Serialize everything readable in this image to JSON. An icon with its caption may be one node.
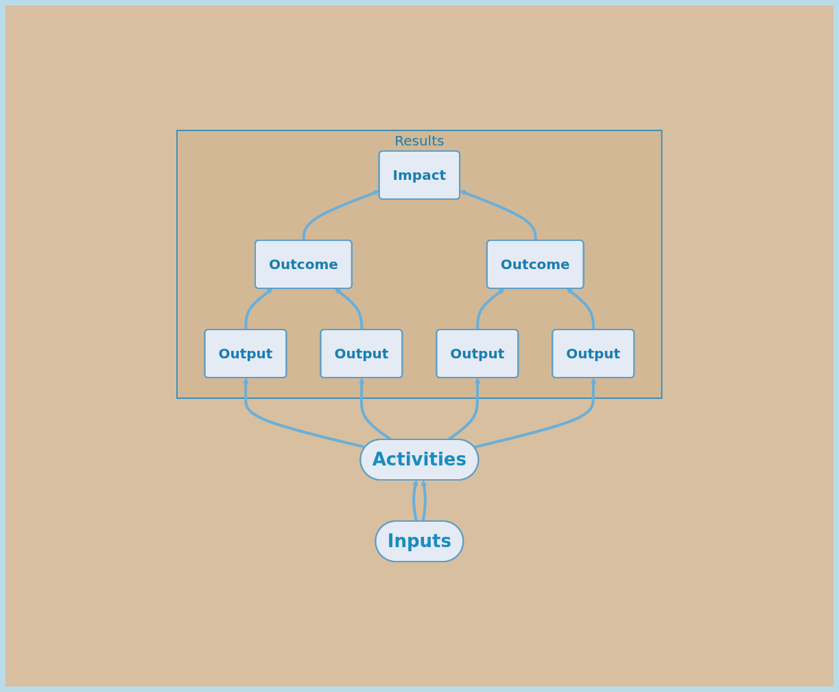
{
  "diagram": {
    "nodes": [
      {
        "text": [
          "Results"
        ]
      },
      {
        "text": [
          "Impact"
        ],
        "in": 0
      },
      {
        "text": [
          "Outcome"
        ],
        "in": 0
      },
      {
        "text": [
          "Outcome"
        ],
        "in": 0
      },
      {
        "text": [
          "Output"
        ],
        "in": 0
      },
      {
        "text": [
          "Output"
        ],
        "in": 0
      },
      {
        "text": [
          "Output"
        ],
        "in": 0
      },
      {
        "text": [
          "Output"
        ],
        "in": 0
      },
      {
        "text": [
          "Activities"
        ]
      },
      {
        "text": [
          "Inputs"
        ]
      }
    ],
    "edges": [
      {
        "from": 4,
        "to": 2,
        "arrow": "to"
      },
      {
        "from": 5,
        "to": 2,
        "arrow": "to"
      },
      {
        "from": 6,
        "to": 3,
        "arrow": "to"
      },
      {
        "from": 7,
        "to": 3,
        "arrow": "to"
      },
      {
        "from": 2,
        "to": 1,
        "arrow": "to"
      },
      {
        "from": 3,
        "to": 1,
        "arrow": "to"
      },
      {
        "from": 8,
        "to": 4,
        "arrow": "to"
      },
      {
        "from": 8,
        "to": 5,
        "arrow": "to"
      },
      {
        "from": 8,
        "to": 6,
        "arrow": "to"
      },
      {
        "from": 8,
        "to": 7,
        "arrow": "to"
      },
      {
        "from": 9,
        "to": 8,
        "arrow": "to"
      },
      {
        "from": 9,
        "to": 8,
        "arrow": "to"
      }
    ]
  }
}
